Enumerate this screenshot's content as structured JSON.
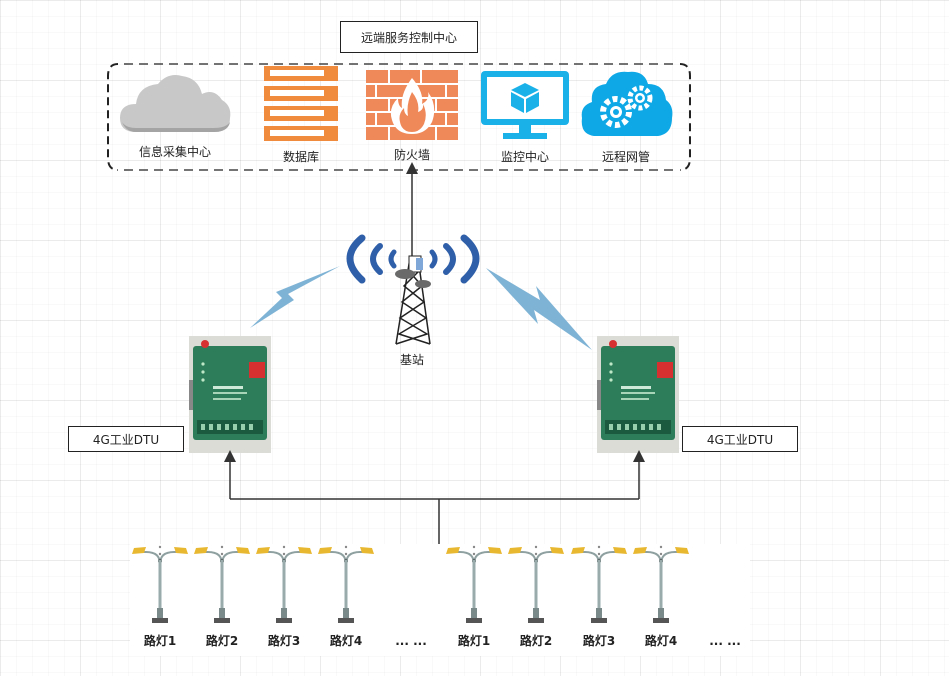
{
  "diagram": {
    "center_title": "远端服务控制中心",
    "services": [
      {
        "label": "信息采集中心",
        "icon": "cloud-icon"
      },
      {
        "label": "数据库",
        "icon": "database-icon"
      },
      {
        "label": "防火墙",
        "icon": "firewall-icon"
      },
      {
        "label": "监控中心",
        "icon": "monitor-icon"
      },
      {
        "label": "远程网管",
        "icon": "gear-cloud-icon"
      }
    ],
    "base_station": "基站",
    "dtu_left": "4G工业DTU",
    "dtu_right": "4G工业DTU",
    "lamps_left": [
      "路灯1",
      "路灯2",
      "路灯3",
      "路灯4"
    ],
    "lamps_right": [
      "路灯1",
      "路灯2",
      "路灯3",
      "路灯4"
    ],
    "ellipsis": "... ...",
    "colors": {
      "cloud": "#c8c8c8",
      "database": "#f08a3c",
      "firewall": "#f0895a",
      "monitor": "#1ab0e8",
      "gear_cloud": "#0ea8e6",
      "signal": "#2f5fa8",
      "lightning": "#7fb3d5",
      "device": "#2e7d5a"
    }
  }
}
